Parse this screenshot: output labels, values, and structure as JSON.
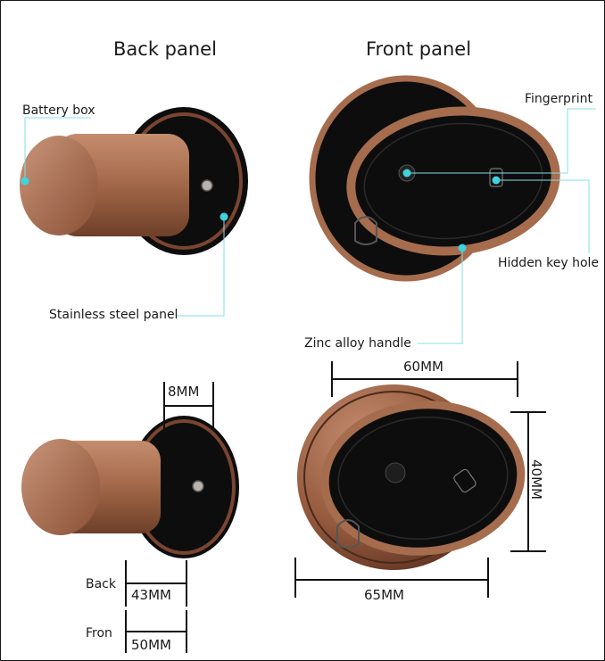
{
  "headings": {
    "back": "Back panel",
    "front": "Front panel"
  },
  "callouts": {
    "battery_box": "Battery box",
    "fingerprint": "Fingerprint",
    "hidden_key_hole": "Hidden key hole",
    "stainless_steel_panel": "Stainless steel panel",
    "zinc_alloy_handle": "Zinc alloy handle"
  },
  "dimensions": {
    "depth_panel": "8MM",
    "back_length": "43MM",
    "front_length": "50MM",
    "handle_width": "60MM",
    "handle_height": "40MM",
    "rose_diameter": "65MM"
  },
  "row_labels": {
    "back": "Back",
    "front": "Fron"
  },
  "colors": {
    "bronze": "#a56c4d",
    "bronze_dark": "#6e3f28",
    "panel_black": "#0d0d0d",
    "callout_cyan": "#3fd3dc"
  }
}
